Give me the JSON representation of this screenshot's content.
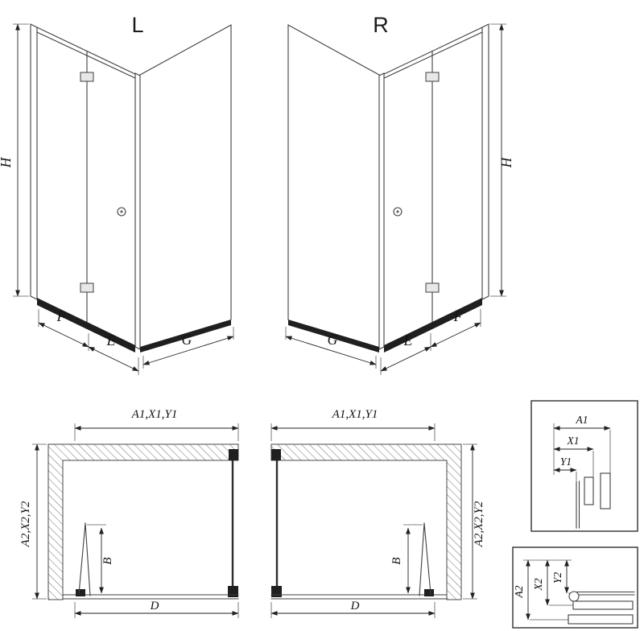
{
  "titles": {
    "left": "L",
    "right": "R"
  },
  "figure_l": {
    "h": "H",
    "f": "F",
    "e": "E",
    "g": "G"
  },
  "figure_r": {
    "h": "H",
    "f": "F",
    "e": "E",
    "g": "G"
  },
  "plan_l": {
    "width_dim": "A1,X1,Y1",
    "depth_dim": "A2,X2,Y2",
    "door_dim": "B",
    "bottom_dim": "D"
  },
  "plan_r": {
    "width_dim": "A1,X1,Y1",
    "depth_dim": "A2,X2,Y2",
    "door_dim": "B",
    "bottom_dim": "D"
  },
  "detail_top": {
    "a1": "A1",
    "x1": "X1",
    "y1": "Y1"
  },
  "detail_bottom": {
    "a2": "A2",
    "x2": "X2",
    "y2": "Y2"
  },
  "colors": {
    "line": "#3f3f3f",
    "dark_fill": "#1f1f1f",
    "background": "#ffffff"
  }
}
